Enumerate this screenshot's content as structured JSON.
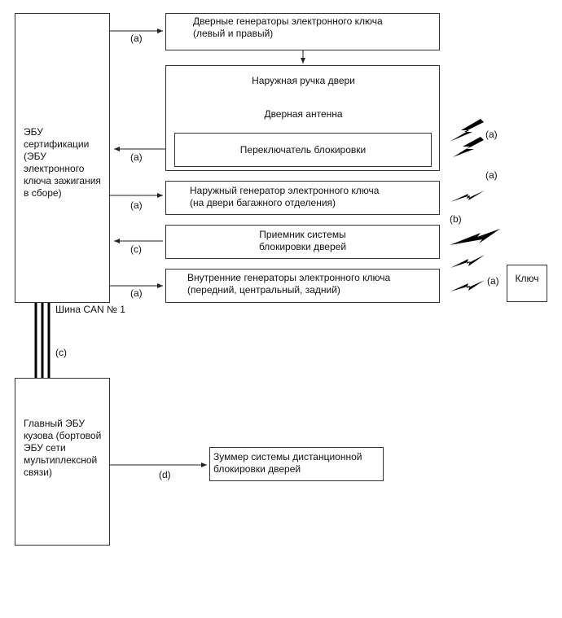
{
  "ecu": {
    "label": "ЭБУ\nсертификации\n(ЭБУ\nэлектронного\nключа зажигания\nв сборе)"
  },
  "body_ecu": {
    "label": "Главный ЭБУ\nкузова (бортовой\nЭБУ сети\nмультиплексной\nсвязи)"
  },
  "door_oscillators": {
    "label": "Дверные генераторы электронного ключа\n(левый и правый)"
  },
  "door_handle": {
    "title": "Наружная ручка двери",
    "antenna": "Дверная антенна",
    "lock_switch": "Переключатель блокировки"
  },
  "outside_oscillator": {
    "label": "Наружный генератор электронного ключа\n(на двери багажного отделения)"
  },
  "door_lock_receiver": {
    "label": "Приемник системы\nблокировки дверей"
  },
  "inside_oscillators": {
    "label": "Внутренние генераторы электронного ключа\n(передний, центральный, задний)"
  },
  "key": {
    "label": "Ключ"
  },
  "buzzer": {
    "label": "Зуммер системы дистанционной\nблокировки дверей"
  },
  "can_bus": {
    "label": "Шина CAN № 1",
    "signal": "(c)"
  },
  "signals": {
    "a1": "(a)",
    "a2": "(a)",
    "a3": "(a)",
    "a4": "(a)",
    "c1": "(c)",
    "d1": "(d)",
    "wave_a1": "(a)",
    "wave_a2": "(a)",
    "wave_b": "(b)",
    "wave_a_key": "(a)"
  }
}
